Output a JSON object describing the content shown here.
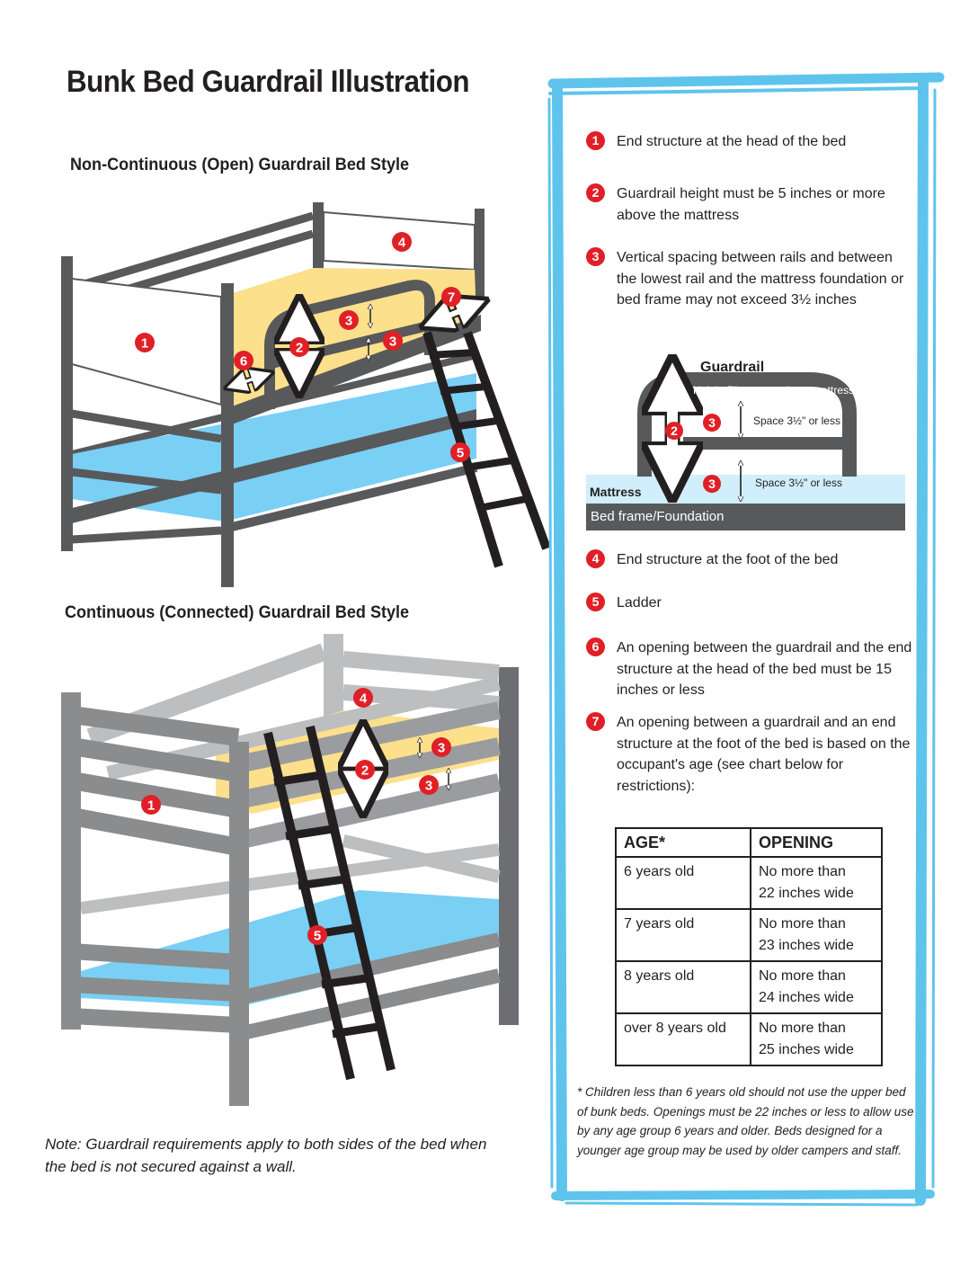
{
  "title": "Bunk Bed Guardrail Illustration",
  "sections": {
    "open_title": "Non-Continuous (Open) Guardrail Bed Style",
    "connected_title": "Continuous (Connected) Guardrail Bed Style"
  },
  "note": "Note: Guardrail requirements apply to both sides of the bed when the bed is not secured against a wall.",
  "markers": [
    "1",
    "2",
    "3",
    "4",
    "5",
    "6",
    "7"
  ],
  "legend": [
    {
      "num": "1",
      "text": "End structure at the head of the bed"
    },
    {
      "num": "2",
      "text": "Guardrail height must be 5 inches or more above the mattress"
    },
    {
      "num": "3",
      "text": "Vertical spacing between rails and  between the lowest rail and the mattress foundation or bed frame may not exceed 3½ inches"
    },
    {
      "num": "4",
      "text": "End structure at the foot of the bed"
    },
    {
      "num": "5",
      "text": "Ladder"
    },
    {
      "num": "6",
      "text": "An opening between the guardrail and the end structure at the head of the bed must be 15 inches or less"
    },
    {
      "num": "7",
      "text": "An opening between a guardrail and an end structure at the foot of the bed is based on the occupant's age (see chart below for restrictions):"
    }
  ],
  "detail": {
    "guardrail": "Guardrail",
    "height": "Height 5\" or more above mattress",
    "space_upper": "Space 3½\" or less",
    "space_lower": "Space 3½\" or less",
    "mattress": "Mattress",
    "frame": "Bed  frame/Foundation"
  },
  "table": {
    "headers": [
      "AGE*",
      "OPENING"
    ],
    "rows": [
      {
        "age": "6 years old",
        "opening_1": "No more than",
        "opening_2": "22 inches wide"
      },
      {
        "age": "7 years old",
        "opening_1": "No more than",
        "opening_2": "23 inches wide"
      },
      {
        "age": "8 years old",
        "opening_1": "No more than",
        "opening_2": "24 inches wide"
      },
      {
        "age": "over 8 years old",
        "opening_1": "No more than",
        "opening_2": "25 inches wide"
      }
    ]
  },
  "footnote": "* Children less than 6 years old should not use the upper bed of bunk beds. Openings must be 22 inches or less to allow use by any age group 6 years and older. Beds designed for a younger age group may be used by older campers and staff.",
  "colors": {
    "marker_red": "#e02026",
    "mattress_yellow": "#fde08b",
    "mattress_blue": "#7acff4",
    "frame_dark": "#58595b",
    "frame_grey": "#8a8c8e",
    "frame_light": "#bcbec0",
    "panel_border": "#5fc4ec"
  }
}
